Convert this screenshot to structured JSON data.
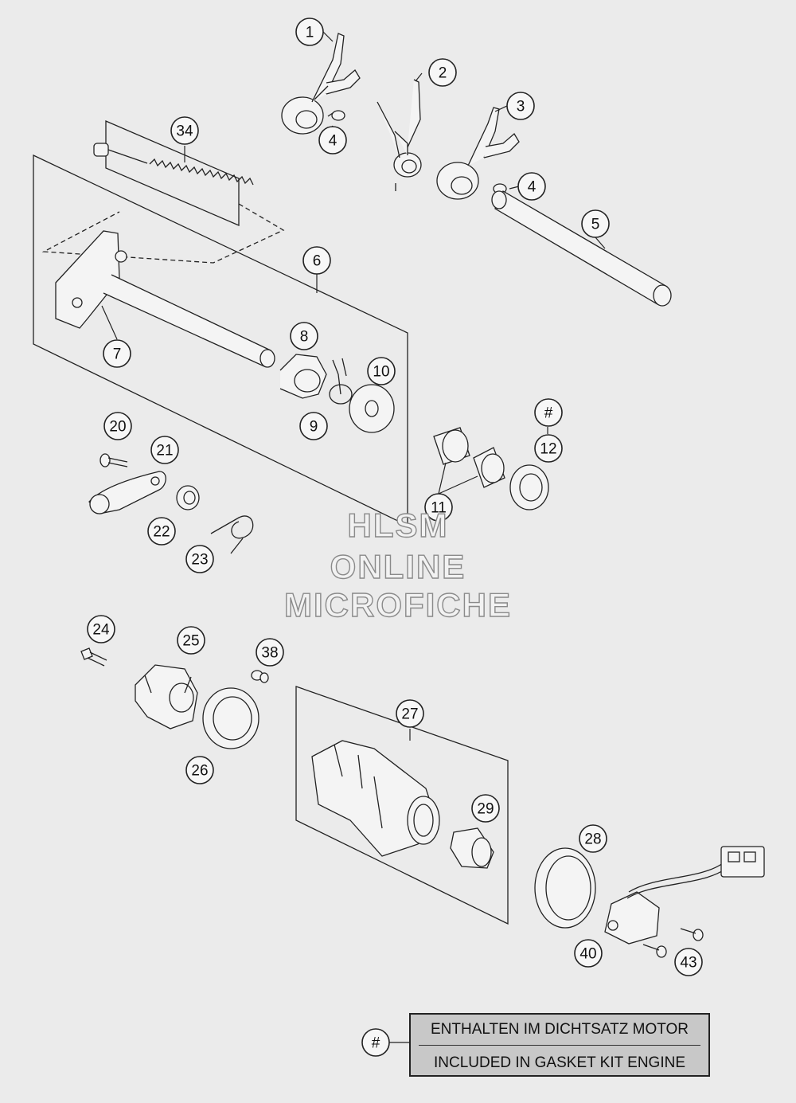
{
  "watermark": {
    "line1": "HLSM",
    "line2": "ONLINE",
    "line3": "MICROFICHE"
  },
  "legend": {
    "symbol": "#",
    "line_de": "ENTHALTEN IM DICHTSATZ MOTOR",
    "line_en": "INCLUDED IN GASKET KIT ENGINE"
  },
  "callouts": [
    "1",
    "2",
    "3",
    "4",
    "4",
    "5",
    "6",
    "7",
    "8",
    "9",
    "10",
    "#",
    "12",
    "11",
    "34",
    "20",
    "21",
    "22",
    "23",
    "24",
    "25",
    "38",
    "26",
    "27",
    "29",
    "28",
    "40",
    "43"
  ],
  "colors": {
    "background": "#ebebeb",
    "line": "#222222",
    "legend_fill": "#c8c8c8"
  }
}
